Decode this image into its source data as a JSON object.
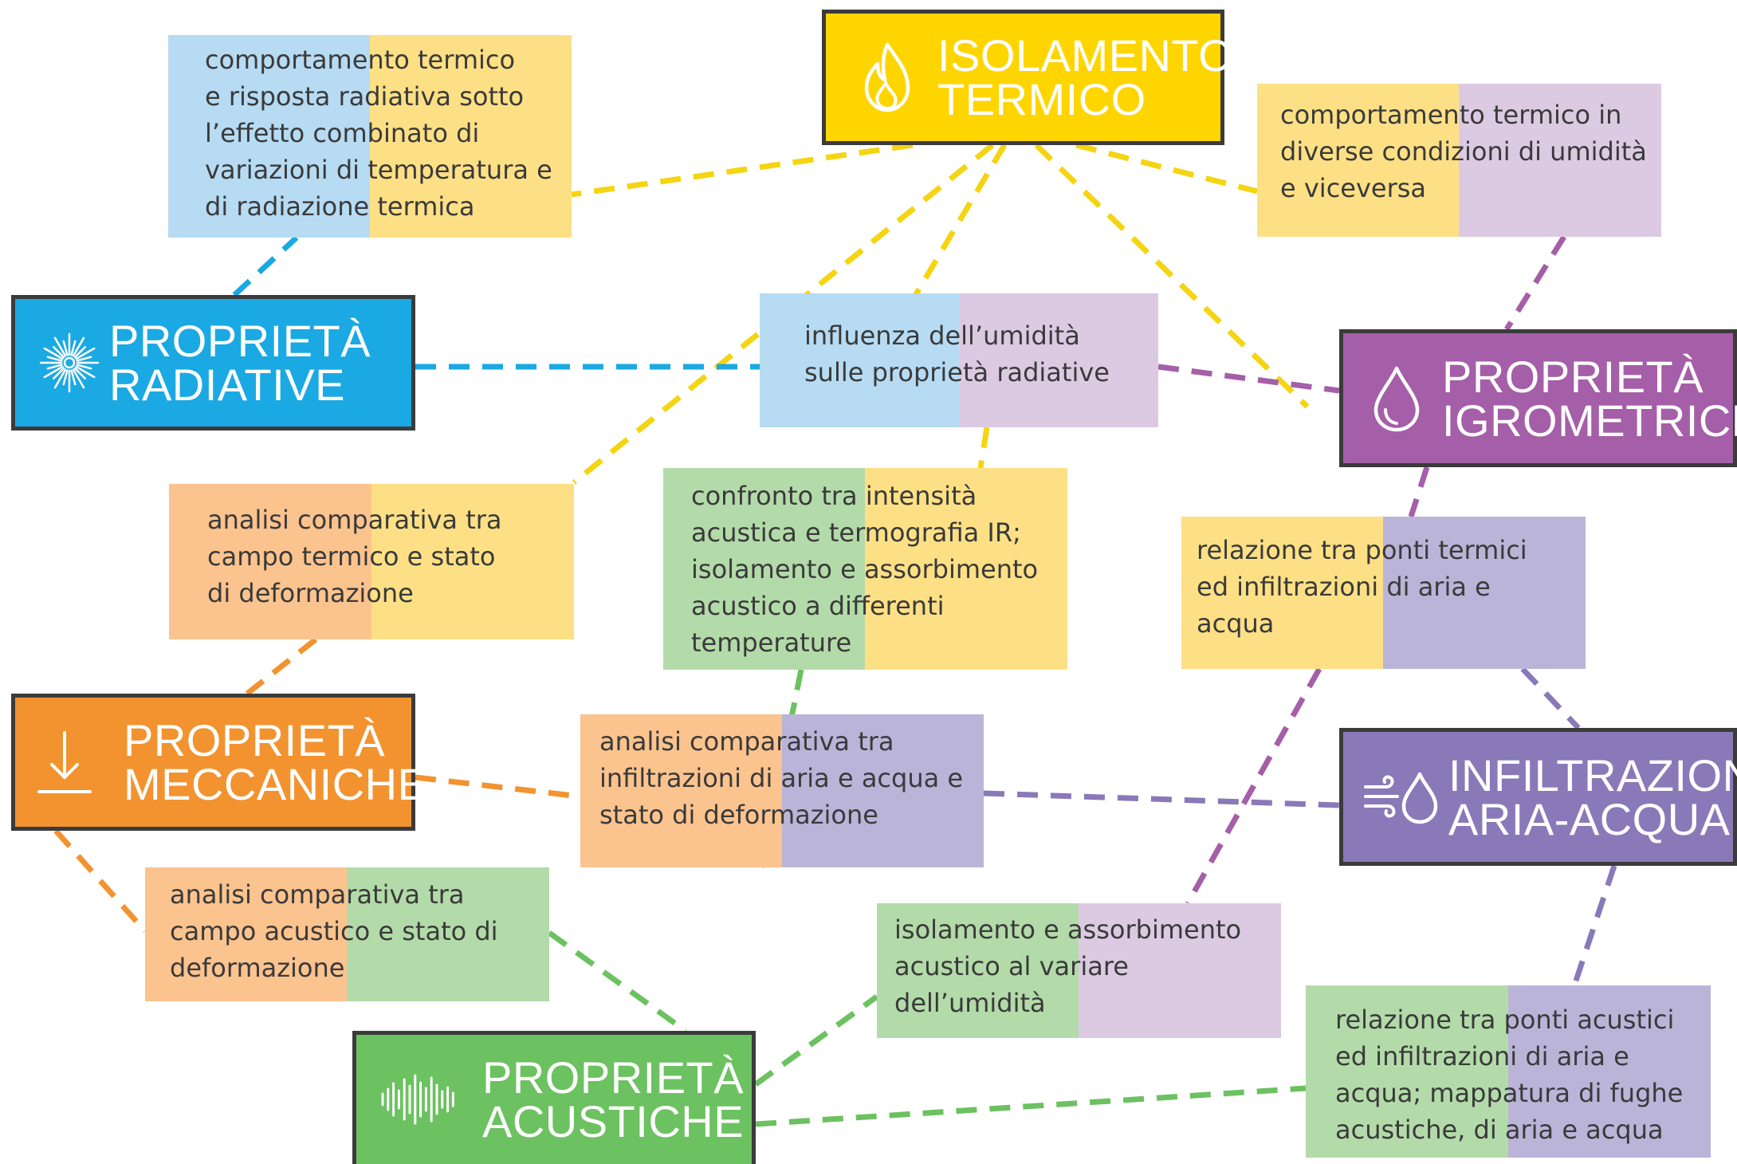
{
  "colors": {
    "thermal": "#ffd500",
    "thermal_dash": "#f5d412",
    "radiative": "#1aa9e2",
    "hygrometric": "#a55ea8",
    "air_water": "#8a79b8",
    "mechanical": "#f29330",
    "acoustic": "#6cc160",
    "pale_blue": "#b6dbf3",
    "pale_yellow": "#fde085",
    "pale_lilac": "#dccae3",
    "pale_lavender": "#bbb4d9",
    "pale_orange": "#fbc38e",
    "pale_green": "#b3dba9",
    "border": "#3b3b3b"
  },
  "categories": {
    "thermal": {
      "label": "ISOLAMENTO\nTERMICO",
      "icon": "flame-icon"
    },
    "radiative": {
      "label": "PROPRIETÀ\nRADIATIVE",
      "icon": "radiation-burst-icon"
    },
    "hygrometric": {
      "label": "PROPRIETÀ\nIGROMETRICHE",
      "icon": "water-drop-icon"
    },
    "air_water": {
      "label": "INFILTRAZIONI\nARIA-ACQUA",
      "icon": "wind-drop-icon"
    },
    "mechanical": {
      "label": "PROPRIETÀ\nMECCANICHE",
      "icon": "downward-arrow-icon"
    },
    "acoustic": {
      "label": "PROPRIETÀ\nACUSTICHE",
      "icon": "sound-wave-icon"
    }
  },
  "notes": {
    "thermal_radiative": "comportamento termico\ne risposta radiativa sotto\nl’effetto combinato di\nvariazioni di temperatura e\ndi radiazione termica",
    "thermal_hygrometric": "comportamento termico in\ndiverse condizioni di umidità\ne viceversa",
    "radiative_hygrometric": "influenza dell’umidità\nsulle proprietà radiative",
    "thermal_mechanical": "analisi comparativa tra\ncampo termico e stato\ndi deformazione",
    "thermal_acoustic": "confronto tra intensità\nacustica e termografia IR;\nisolamento e assorbimento\nacustico a differenti\ntemperature",
    "thermal_air_water": "relazione tra ponti termici\ned infiltrazioni di aria e\nacqua",
    "mechanical_air_water": "analisi comparativa tra\ninfiltrazioni di aria e acqua e\nstato di deformazione",
    "mechanical_acoustic": "analisi comparativa tra\ncampo acustico e stato di\ndeformazione",
    "acoustic_hygrometric": "isolamento e assorbimento\nacustico al variare\ndell’umidità",
    "acoustic_air_water": "relazione tra ponti acustici\ned infiltrazioni di aria e\nacqua; mappatura di fughe\nacustiche, di aria e acqua"
  }
}
